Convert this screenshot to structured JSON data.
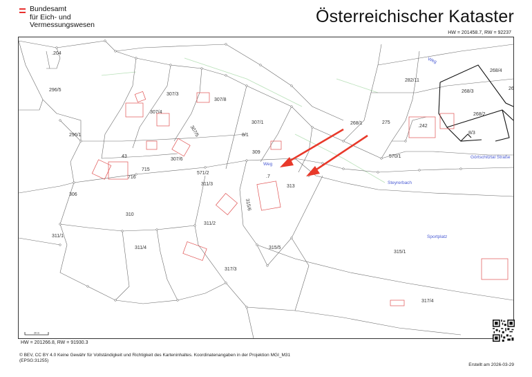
{
  "header": {
    "logo_text": "Bundesamt\nfür Eich- und\nVermessungswesen",
    "title": "Österreichischer Kataster",
    "coord_top": "HW = 201458.7, RW = 92237"
  },
  "colors": {
    "flag_red": "#e8312f",
    "flag_white": "#ffffff",
    "parcel_line": "#555555",
    "building": "#e05050",
    "street_label": "#4a5bd4",
    "landuse": "#3aa33a",
    "arrow": "#e8392a"
  },
  "map": {
    "parcels": [
      ".204",
      "296/5",
      "296/1",
      "307/3",
      "307/4",
      "307/8",
      "307/5",
      "307/1",
      "307/6",
      "8/1",
      "309",
      "268/1",
      "275",
      "282/11",
      "268/4",
      "268/3",
      "268/2",
      "26",
      ".242",
      "8/3",
      "570/1",
      "571/2",
      "715",
      "716",
      "43",
      "306",
      "311/3",
      "310",
      "311/2",
      "311/1",
      "311/4",
      "315/5",
      "317/3",
      "313",
      ".7",
      "315/1",
      "317/4"
    ],
    "streets": [
      "Weg",
      "Weg",
      "Görtschitztal Straße",
      "Steyrerbach",
      "Sportplatz"
    ],
    "vertical_label": "315/6",
    "scale_label": "20 m"
  },
  "footer": {
    "coord_bottom": "HW = 201266.8, RW = 91930.3",
    "license": "© BEV, CC BY 4.0 Keine Gewähr für Vollständigkeit und Richtigkeit des Karteninhaltes. Koordinatenangaben in der Projektion  MGI_M31\n(EPSG:31255)",
    "created": "Erstellt am 2026-03-29"
  }
}
